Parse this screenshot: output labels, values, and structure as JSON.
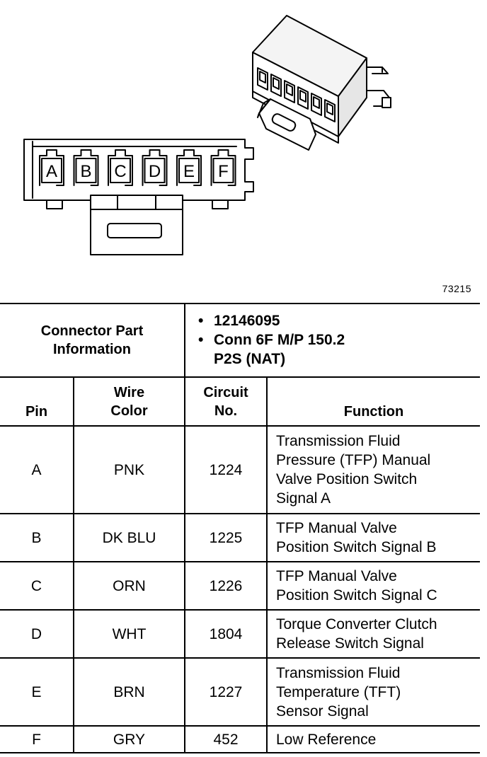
{
  "diagram": {
    "pin_labels": [
      "A",
      "B",
      "C",
      "D",
      "E",
      "F"
    ],
    "figure_number": "73215"
  },
  "connector_info": {
    "label_line1": "Connector Part",
    "label_line2": "Information",
    "items": [
      "12146095",
      "Conn 6F M/P 150.2",
      "P2S (NAT)"
    ]
  },
  "table": {
    "headers": {
      "pin": "Pin",
      "wire_color_line1": "Wire",
      "wire_color_line2": "Color",
      "circuit_line1": "Circuit",
      "circuit_line2": "No.",
      "function": "Function"
    },
    "rows": [
      {
        "pin": "A",
        "wire_color": "PNK",
        "circuit": "1224",
        "function": [
          "Transmission Fluid",
          "Pressure (TFP) Manual",
          "Valve Position Switch",
          "Signal A"
        ]
      },
      {
        "pin": "B",
        "wire_color": "DK BLU",
        "circuit": "1225",
        "function": [
          "TFP Manual Valve",
          "Position Switch Signal B"
        ]
      },
      {
        "pin": "C",
        "wire_color": "ORN",
        "circuit": "1226",
        "function": [
          "TFP Manual Valve",
          "Position Switch Signal C"
        ]
      },
      {
        "pin": "D",
        "wire_color": "WHT",
        "circuit": "1804",
        "function": [
          "Torque Converter Clutch",
          "Release Switch Signal"
        ]
      },
      {
        "pin": "E",
        "wire_color": "BRN",
        "circuit": "1227",
        "function": [
          "Transmission Fluid",
          "Temperature (TFT)",
          "Sensor Signal"
        ]
      },
      {
        "pin": "F",
        "wire_color": "GRY",
        "circuit": "452",
        "function": [
          "Low Reference"
        ]
      }
    ]
  }
}
